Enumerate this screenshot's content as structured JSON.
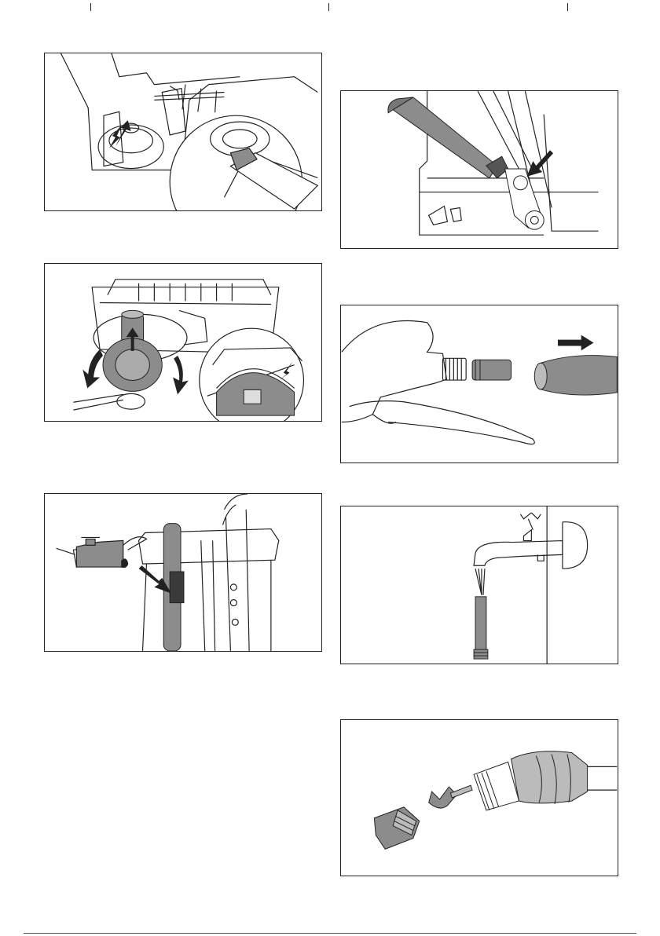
{
  "page": {
    "background": "#ffffff",
    "line_color": "#222222",
    "fill_gray": "#8c8c8c",
    "fill_dark": "#3a3a3a"
  },
  "figures": [
    {
      "id": "fig-left-1",
      "icon": "pump-seal-grease-detail"
    },
    {
      "id": "fig-left-2",
      "icon": "wheel-removal-rotate"
    },
    {
      "id": "fig-left-3",
      "icon": "oil-can-handle-joint"
    },
    {
      "id": "fig-right-1",
      "icon": "grease-tube-handle-pivot"
    },
    {
      "id": "fig-right-2",
      "icon": "spray-gun-disassembly"
    },
    {
      "id": "fig-right-3",
      "icon": "filter-rinse-faucet"
    },
    {
      "id": "fig-right-4",
      "icon": "nozzle-disassembly"
    }
  ]
}
